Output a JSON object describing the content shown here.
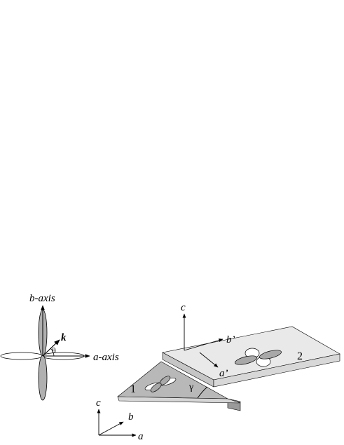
{
  "labels": {
    "b_axis": "b-axis",
    "a_axis": "a-axis",
    "k": "k",
    "theta": "θ",
    "c_top": "c",
    "b_prime": "b’",
    "a_prime": "a’",
    "layer_2": "2",
    "layer_1": "1",
    "gamma": "γ",
    "c_bottom": "c",
    "b_bottom": "b",
    "a_bottom": "a"
  },
  "colors": {
    "lobe_gray": "#b0b0b0",
    "lobe_white": "#ffffff",
    "plate_top": "#e9e9e9",
    "plate_side": "#c6c6c6",
    "plate_shadow": "#9a9a9a",
    "stroke": "#000000"
  }
}
